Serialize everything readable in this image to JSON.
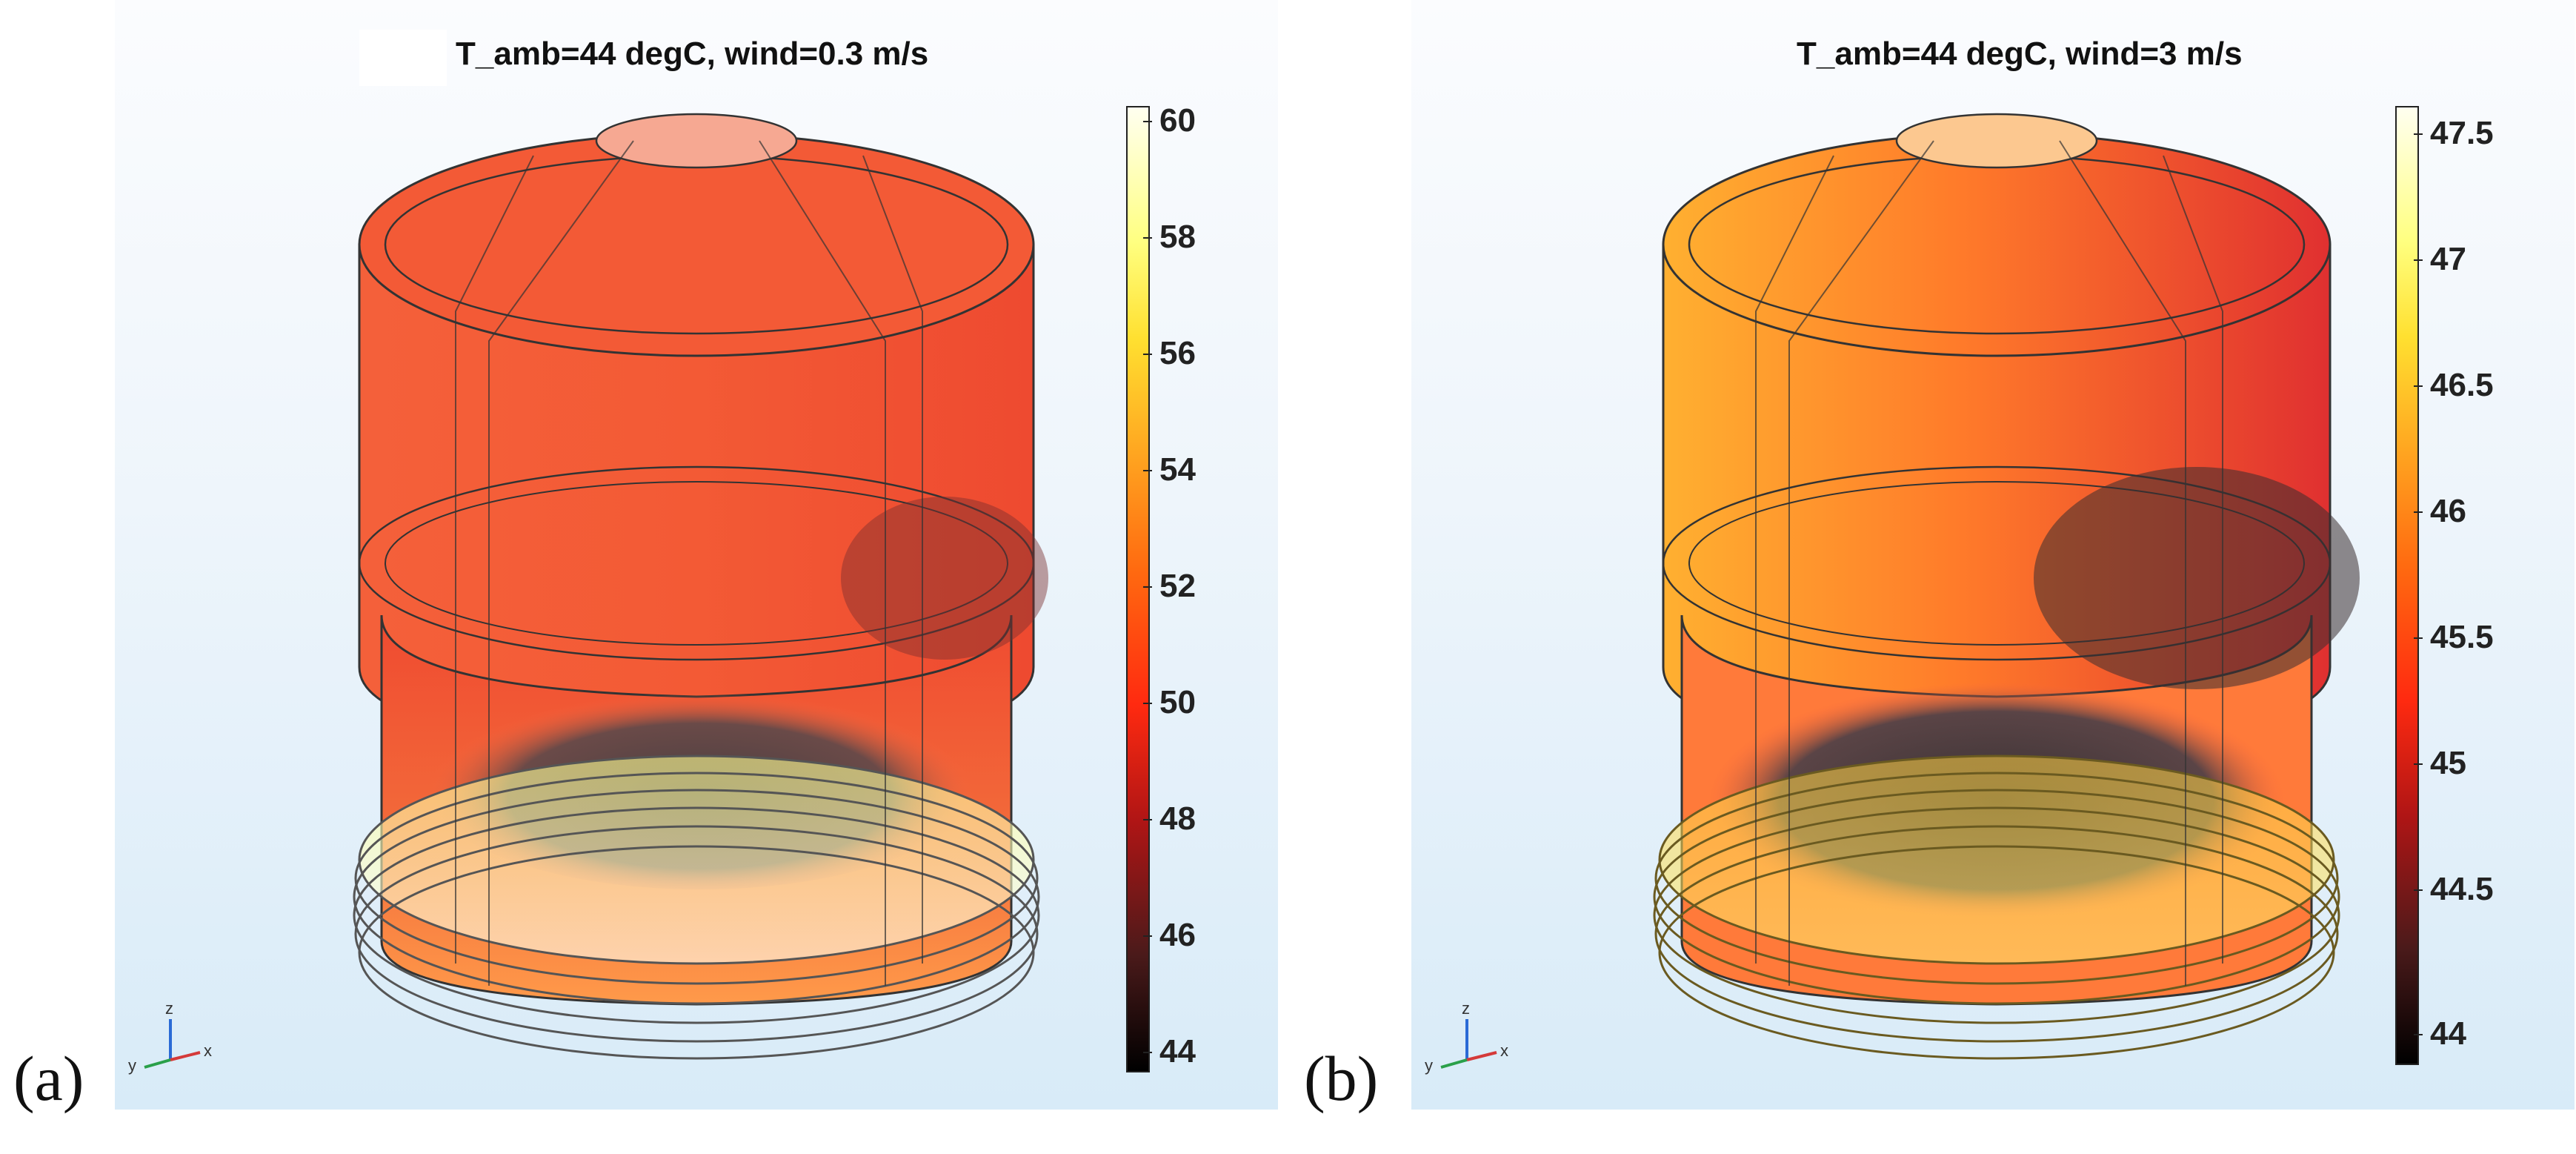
{
  "panels": [
    {
      "id": "a",
      "label": "(a)",
      "title": "T_amb=44 degC, wind=0.3 m/s",
      "colorbar": {
        "min": 44,
        "max": 60,
        "ticks": [
          "60",
          "58",
          "56",
          "54",
          "52",
          "50",
          "48",
          "46",
          "44"
        ],
        "tick_values": [
          60,
          58,
          56,
          54,
          52,
          50,
          48,
          46,
          44
        ]
      },
      "axes": {
        "x": "x",
        "y": "y",
        "z": "z"
      }
    },
    {
      "id": "b",
      "label": "(b)",
      "title": "T_amb=44 degC, wind=3 m/s",
      "colorbar": {
        "min": 43.9,
        "max": 47.6,
        "ticks": [
          "47.5",
          "47",
          "46.5",
          "46",
          "45.5",
          "45",
          "44.5",
          "44"
        ],
        "tick_values": [
          47.5,
          47,
          46.5,
          46,
          45.5,
          45,
          44.5,
          44
        ]
      },
      "axes": {
        "x": "x",
        "y": "y",
        "z": "z"
      }
    }
  ],
  "colors": {
    "hot_red": "#f04a28",
    "orange": "#ff7a2a",
    "yellow": "#ffe040",
    "dark": "#3a2e30",
    "pale": "#fffde8"
  }
}
